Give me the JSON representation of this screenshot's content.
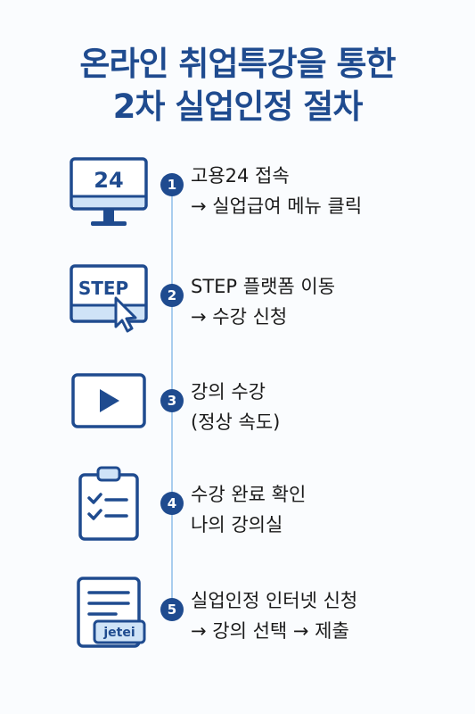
{
  "title": {
    "line1": "온라인 취업특강을 통한",
    "line2": "2차 실업인정 절차"
  },
  "steps": [
    {
      "number": "1",
      "line1": "고용24 접속",
      "line2": "→ 실업급여 메뉴 클릭",
      "icon": "monitor-24-icon",
      "icon_text": "24"
    },
    {
      "number": "2",
      "line1": "STEP 플랫폼 이동",
      "line2": "→ 수강 신청",
      "icon": "step-cursor-icon",
      "icon_text": "STEP"
    },
    {
      "number": "3",
      "line1": "강의 수강",
      "line2": "(정상 속도)",
      "icon": "play-video-icon"
    },
    {
      "number": "4",
      "line1": "수강 완료 확인",
      "line2": "나의 강의실",
      "icon": "clipboard-checklist-icon"
    },
    {
      "number": "5",
      "line1": "실업인정 인터넷 신청",
      "line2": "→ 강의 선택 → 제출",
      "icon": "document-jetei-icon",
      "icon_text": "jetei"
    }
  ],
  "colors": {
    "navy": "#1f4b8f",
    "light_blue": "#cfe3f7",
    "timeline": "#a9cdee"
  }
}
